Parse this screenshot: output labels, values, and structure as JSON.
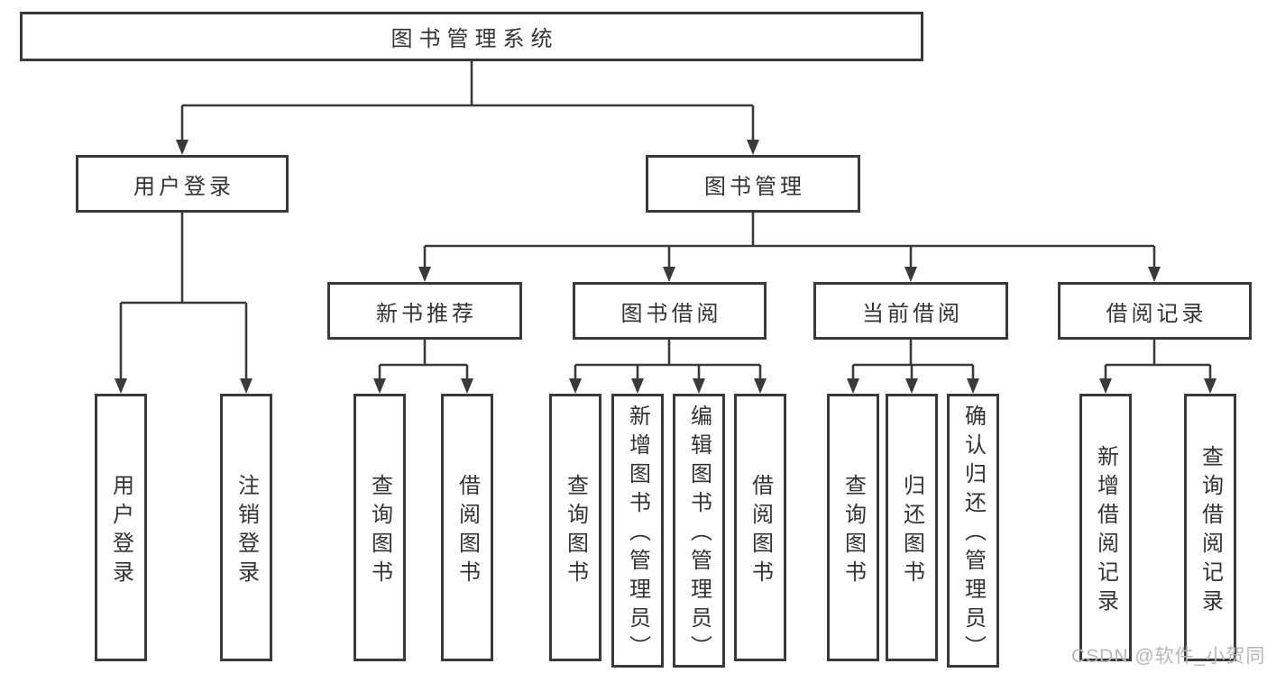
{
  "colors": {
    "line": "#3a3a3a",
    "text": "#333333",
    "box_bg": "#ffffff",
    "watermark": "#b7b7b7",
    "background": "#ffffff"
  },
  "watermark": "CSDN @软件_小贺同学",
  "tree": {
    "root": "图书管理系统",
    "level2": {
      "user_login": "用户登录",
      "book_mgmt": "图书管理"
    },
    "level3": {
      "new_books": "新书推荐",
      "book_borrow": "图书借阅",
      "current_borrow": "当前借阅",
      "borrow_records": "借阅记录"
    },
    "leaves": {
      "user_login": [
        "用户登录",
        "注销登录"
      ],
      "new_books": [
        "查询图书",
        "借阅图书"
      ],
      "book_borrow": [
        "查询图书",
        "新增图书（管理员）",
        "编辑图书（管理员）",
        "借阅图书"
      ],
      "current_borrow": [
        "查询图书",
        "归还图书",
        "确认归还（管理员）"
      ],
      "borrow_records": [
        "新增借阅记录",
        "查询借阅记录"
      ]
    }
  }
}
